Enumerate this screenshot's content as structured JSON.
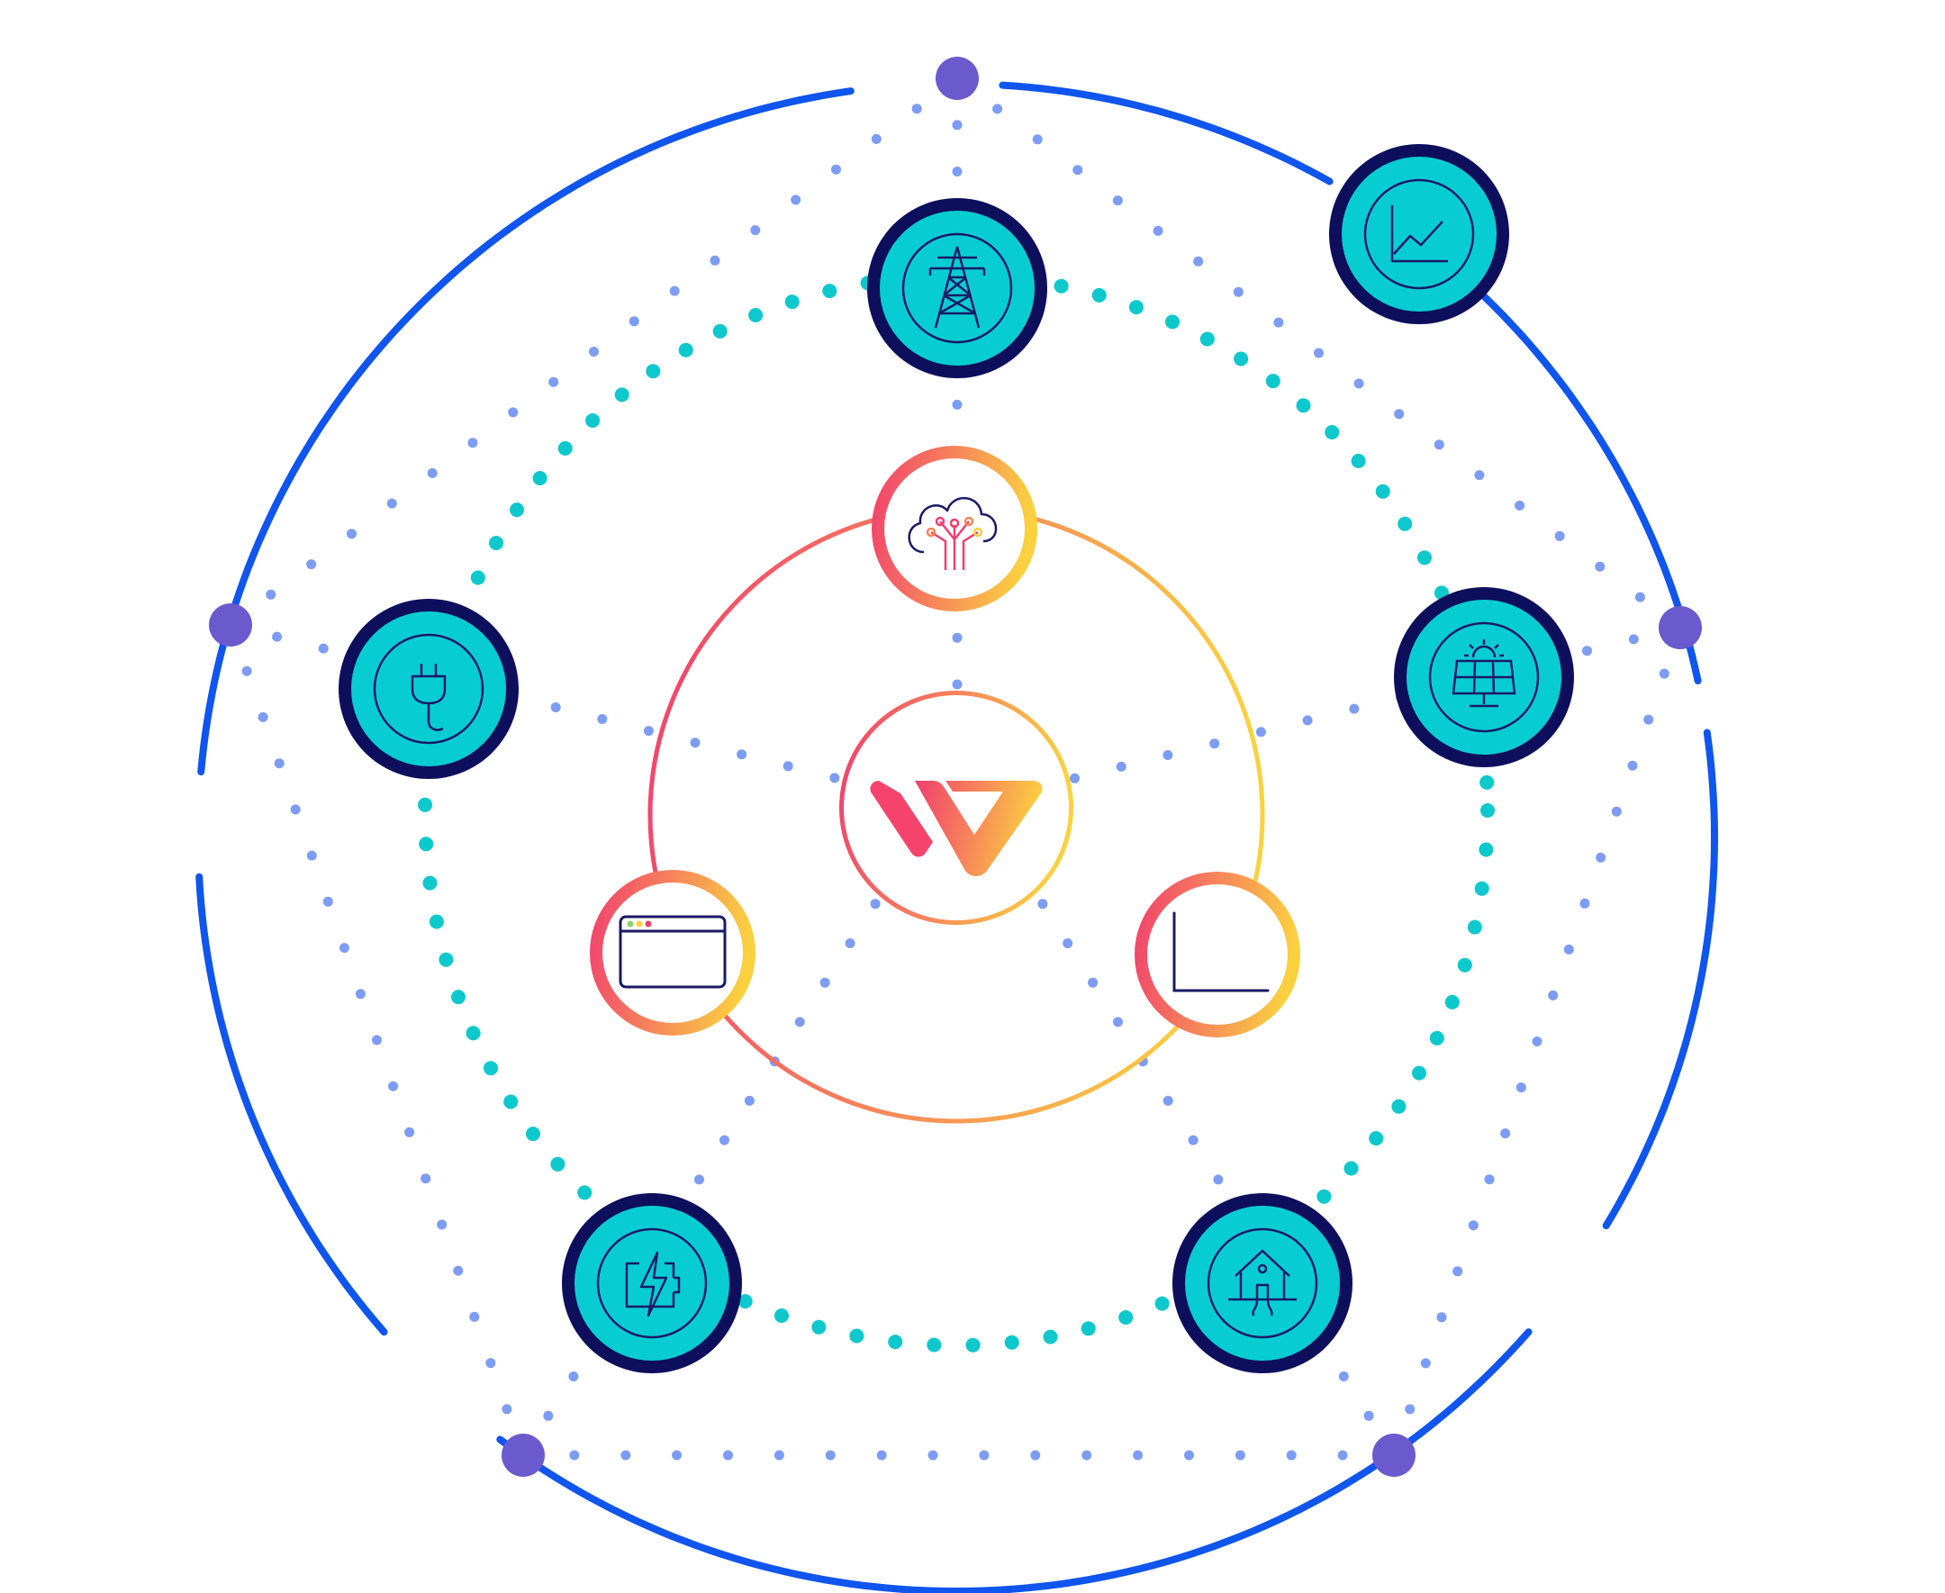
{
  "colors": {
    "outer_ring": "#0f55ee",
    "connector_dot": "#7d9cf4",
    "teal_dot": "#0dc8cc",
    "anchor_node": "#6a5acd",
    "teal_node_fill": "#07cdd2",
    "teal_node_border": "#0e0f5c",
    "icon_stroke": "#1a1a66",
    "gradient_start": "#f03e6e",
    "gradient_mid": "#f7855a",
    "gradient_end": "#fbd140"
  },
  "outer_nodes": [
    {
      "name": "transmission-tower-node",
      "icon": "transmission-tower-icon"
    },
    {
      "name": "growth-chart-node",
      "icon": "line-chart-icon"
    },
    {
      "name": "solar-panel-node",
      "icon": "solar-panel-icon"
    },
    {
      "name": "smart-home-node",
      "icon": "house-energy-icon"
    },
    {
      "name": "battery-node",
      "icon": "battery-charging-icon"
    },
    {
      "name": "power-plug-node",
      "icon": "power-plug-icon"
    }
  ],
  "inner_nodes": [
    {
      "name": "cloud-node",
      "icon": "cloud-circuit-icon"
    },
    {
      "name": "analytics-node",
      "icon": "bar-chart-icon"
    },
    {
      "name": "browser-node",
      "icon": "browser-window-icon"
    }
  ],
  "center": {
    "name": "center-logo",
    "icon": "brand-logo-icon"
  },
  "anchors": [
    {
      "name": "anchor-node-top"
    },
    {
      "name": "anchor-node-right"
    },
    {
      "name": "anchor-node-bottom-right"
    },
    {
      "name": "anchor-node-bottom-left"
    },
    {
      "name": "anchor-node-left"
    }
  ]
}
